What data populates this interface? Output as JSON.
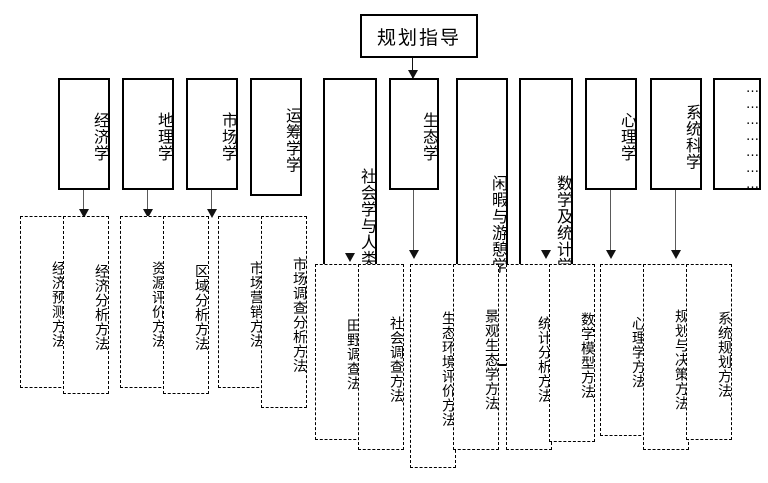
{
  "diagram": {
    "title": "规划指导",
    "root": {
      "label": "规划指导"
    },
    "disciplines": [
      {
        "label": "经济学"
      },
      {
        "label": "地理学"
      },
      {
        "label": "市场学"
      },
      {
        "label": "运筹学学"
      },
      {
        "label": "社会学与人类学"
      },
      {
        "label": "生态学"
      },
      {
        "label": "闲暇与游憩学"
      },
      {
        "label": "数学及统计学"
      },
      {
        "label": "心理学"
      },
      {
        "label": "系统科学"
      },
      {
        "label": "…………………"
      }
    ],
    "methods": [
      {
        "label": "经济预测方法"
      },
      {
        "label": "经济分析方法"
      },
      {
        "label": "资源评价方法"
      },
      {
        "label": "区域分析方法"
      },
      {
        "label": "市场营销方法"
      },
      {
        "label": "市场调查分析方法"
      },
      {
        "label": "田野调查法"
      },
      {
        "label": "社会调查方法"
      },
      {
        "label": "生态环境评价方法"
      },
      {
        "label": "景观生态学方法"
      },
      {
        "label": "统计分析方法"
      },
      {
        "label": "数学模型方法"
      },
      {
        "label": "心理学方法"
      },
      {
        "label": "规划与决策方法"
      },
      {
        "label": "系统规划方法"
      }
    ],
    "colors": {
      "line": "#000000",
      "connector": "#5a5a5a",
      "background": "#ffffff"
    }
  }
}
